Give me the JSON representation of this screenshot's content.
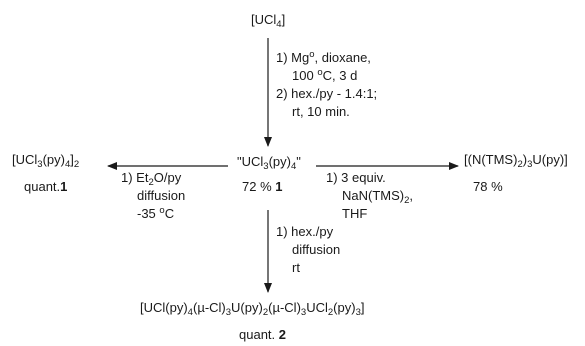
{
  "scheme": {
    "start": {
      "main": "[UCl",
      "sub1": "4",
      "tail": "]"
    },
    "top_conditions": [
      {
        "a": "1) Mg",
        "sup": "o",
        "b": ", dioxane,"
      },
      {
        "a": "100 ",
        "sup": "o",
        "b": "C, 3 d"
      },
      {
        "a": "2) hex./py - 1.4:1;"
      },
      {
        "a": "rt, 10 min."
      }
    ],
    "center": {
      "p1": "\"UCl",
      "s1": "3",
      "p2": "(py)",
      "s2": "4",
      "p3": "\"",
      "yield_text": "72 % ",
      "yield_num": "1"
    },
    "left_product": {
      "p1": "[UCl",
      "s1": "3",
      "p2": "(py)",
      "s2": "4",
      "p3": "]",
      "s3": "2",
      "yield_text": "quant.",
      "yield_num": "1"
    },
    "left_conditions": [
      {
        "a": "1) Et",
        "sub": "2",
        "b": "O/py"
      },
      {
        "a": "diffusion"
      },
      {
        "a": "-35 ",
        "sup": "o",
        "b": "C"
      }
    ],
    "right_product": {
      "p1": "[(N(TMS)",
      "s1": "2",
      "p2": ")",
      "s2": "3",
      "p3": "U(py)]",
      "yield_text": "78 %"
    },
    "right_conditions": [
      {
        "a": "1) 3 equiv."
      },
      {
        "a": "NaN(TMS)",
        "sub": "2",
        "b": ","
      },
      {
        "a": "THF"
      }
    ],
    "bottom_conditions": [
      {
        "a": "1) hex./py"
      },
      {
        "a": "diffusion"
      },
      {
        "a": "rt"
      }
    ],
    "bottom_product": {
      "p1": "[UCl(py)",
      "s1": "4",
      "p2": "(",
      "mu1": "µ",
      "p3": "-Cl)",
      "s2": "3",
      "p4": "U(py)",
      "s3": "2",
      "p5": "(",
      "mu2": "µ",
      "p6": "-Cl)",
      "s4": "3",
      "p7": "UCl",
      "s5": "2",
      "p8": "(py)",
      "s6": "3",
      "p9": "]",
      "yield_text": "quant. ",
      "yield_num": "2"
    }
  }
}
